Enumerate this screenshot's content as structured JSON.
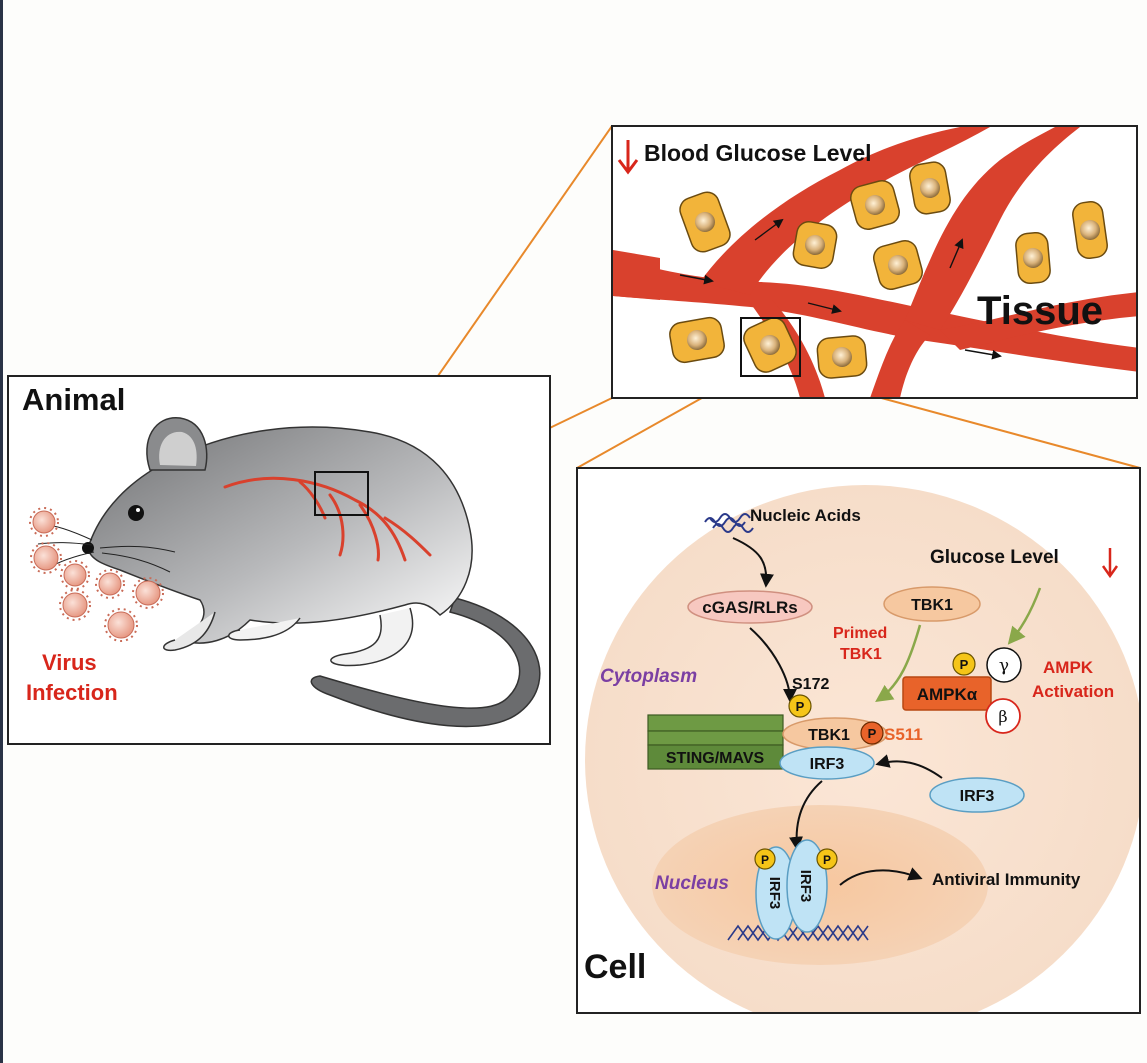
{
  "panels": {
    "animal": {
      "title": "Animal",
      "virus_label_1": "Virus",
      "virus_label_2": "Infection"
    },
    "tissue": {
      "title": "Tissue",
      "glucose_label": "Blood Glucose Level"
    },
    "cell": {
      "title": "Cell"
    }
  },
  "cell_diagram": {
    "nucleic_acids": "Nucleic Acids",
    "glucose_level": "Glucose Level",
    "tbk1_free": "TBK1",
    "cgas": "cGAS/RLRs",
    "primed_1": "Primed",
    "primed_2": "TBK1",
    "cytoplasm": "Cytoplasm",
    "s172": "S172",
    "p": "P",
    "tbk1_complex": "TBK1",
    "s511": "S511",
    "sting": "STING/MAVS",
    "irf3": "IRF3",
    "irf3_free": "IRF3",
    "ampk": "AMPKα",
    "gamma": "γ",
    "beta": "β",
    "ampk_act_1": "AMPK",
    "ampk_act_2": "Activation",
    "nucleus": "Nucleus",
    "irf3_dimer_a": "IRF3",
    "irf3_dimer_b": "IRF3",
    "antiviral": "Antiviral Immunity"
  },
  "colors": {
    "vessel": "#d9412d",
    "label_red": "#d8261b",
    "cell_fill": "#f2b43a",
    "connector": "#e8892b",
    "purple": "#7b3fa3",
    "phospho": "#f5c518",
    "sting_green": "#5e8a3a",
    "irf3_blue": "#bfe3f5",
    "ampk_orange": "#e8632a",
    "tbk1_peach": "#f6c8a0",
    "cgas_pink": "#f7c8c0"
  }
}
